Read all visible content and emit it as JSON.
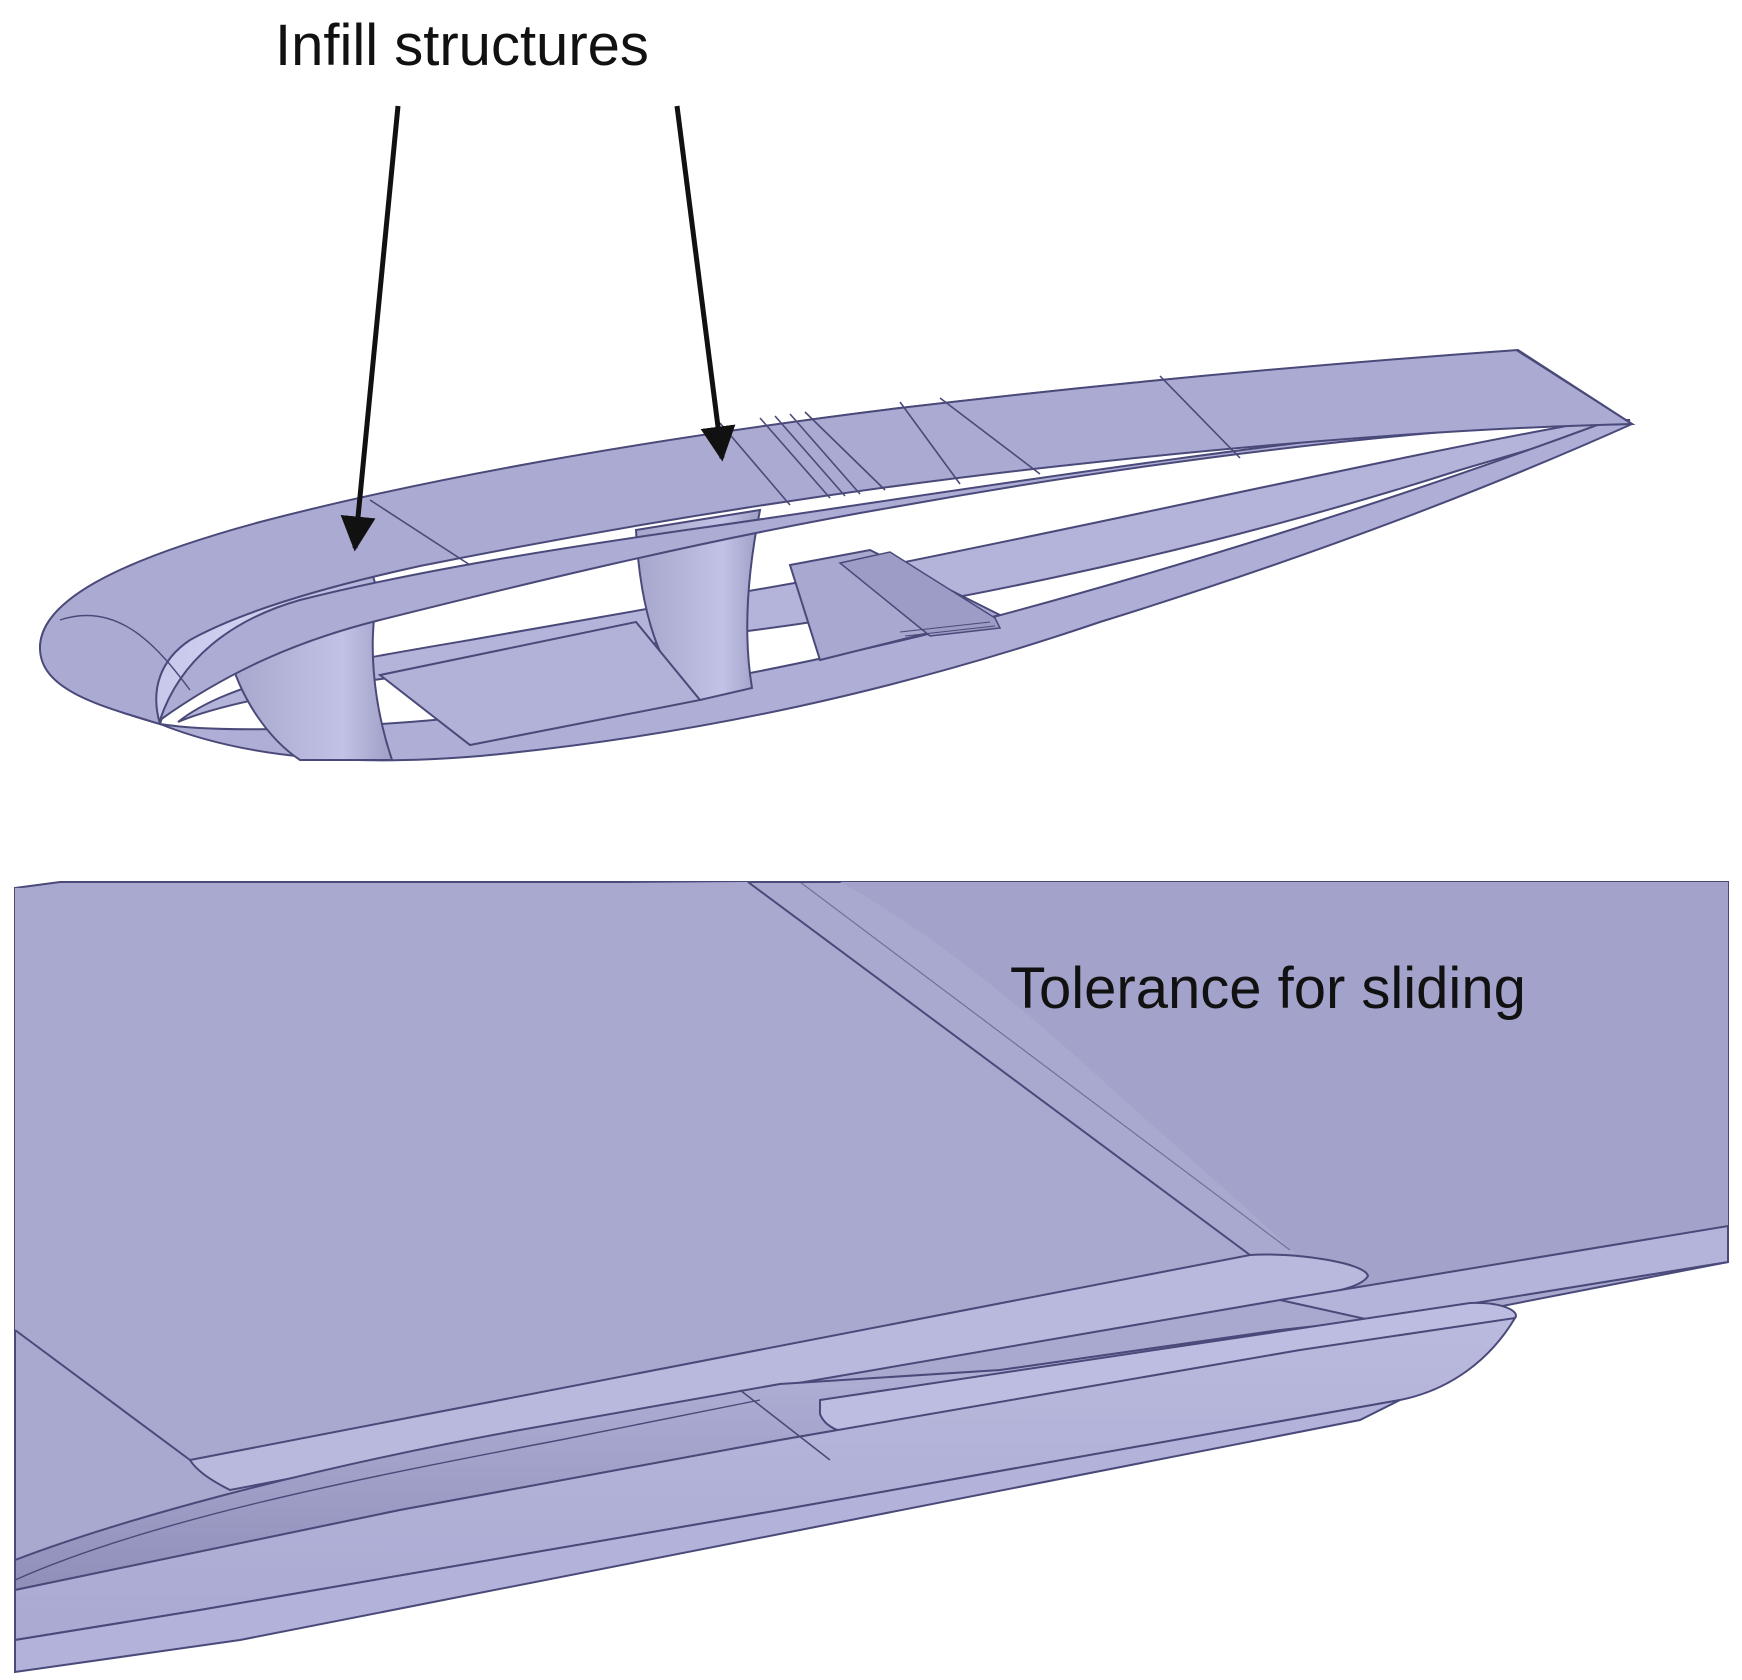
{
  "figure": {
    "top_panel": {
      "callout_label": "Infill structures",
      "callout_arrow_count": 2
    },
    "bottom_panel": {
      "callout_label": "Tolerance for sliding"
    }
  },
  "colors": {
    "surface": "#aaa9cf",
    "surface_light": "#b8b8de",
    "surface_lighter": "#c6c6ea",
    "surface_dark": "#9494be",
    "edge": "#4a4a7a",
    "arrow": "#111111"
  }
}
